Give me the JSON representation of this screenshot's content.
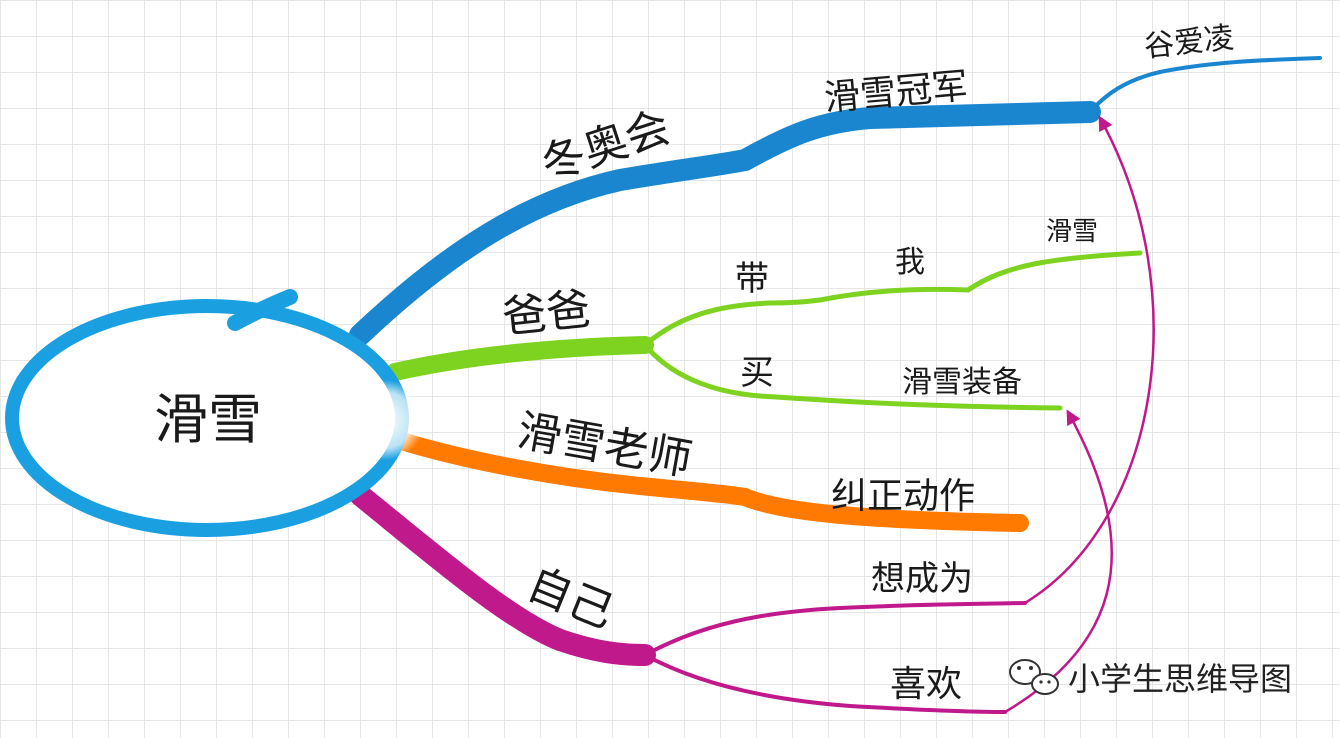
{
  "center": {
    "label": "滑雪",
    "color": "#1aa0e0"
  },
  "branches": {
    "winter_olympics": {
      "label": "冬奥会",
      "color": "#1a86cf",
      "child": {
        "label": "滑雪冠军",
        "child": {
          "label": "谷爱凌"
        }
      }
    },
    "dad": {
      "label": "爸爸",
      "color": "#7ed321",
      "children": [
        {
          "label": "带",
          "child": {
            "label": "我",
            "child": {
              "label": "滑雪"
            }
          }
        },
        {
          "label": "买",
          "child": {
            "label": "滑雪装备"
          }
        }
      ]
    },
    "coach": {
      "label": "滑雪老师",
      "color": "#ff7a00",
      "child": {
        "label": "纠正动作"
      }
    },
    "self": {
      "label": "自己",
      "color": "#c0198c",
      "children": [
        {
          "label": "想成为"
        },
        {
          "label": "喜欢"
        }
      ]
    }
  },
  "watermark": {
    "text": "小学生思维导图",
    "icon": "wechat-icon"
  }
}
